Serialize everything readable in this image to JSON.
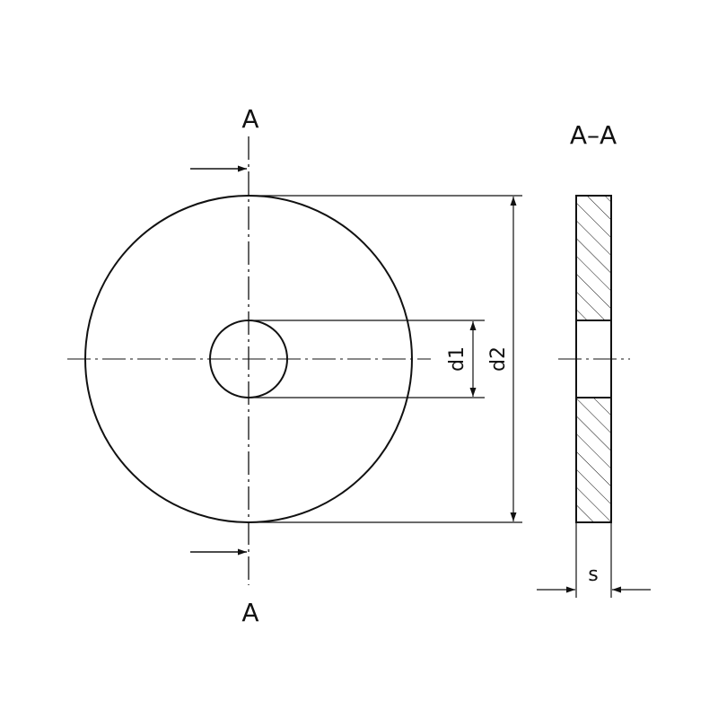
{
  "labels": {
    "section_top": "A",
    "section_bottom": "A",
    "section_view_title": "A–A",
    "dim_inner_diameter": "d1",
    "dim_outer_diameter": "d2",
    "dim_thickness": "s"
  },
  "colors": {
    "line": "#111111",
    "background": "#ffffff"
  }
}
